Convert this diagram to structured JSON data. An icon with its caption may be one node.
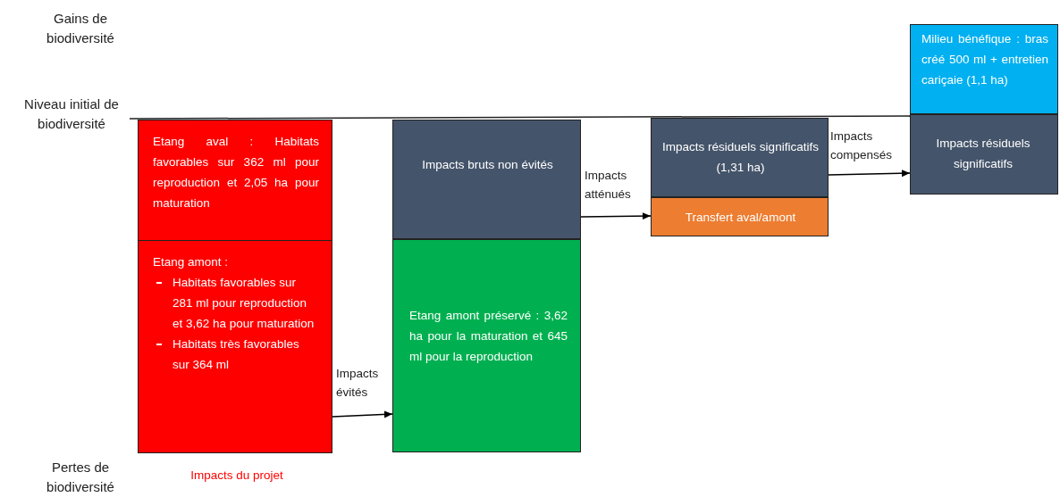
{
  "diagram": {
    "nodes": [
      {
        "text": [
          "Etang aval : Habitats favorables sur 362 ml pour reproduction et 2,05 ha pour maturation"
        ]
      },
      {
        "text": [
          "Etang amont :",
          "Habitats favorables sur 281 ml pour reproduction et 3,62 ha pour maturation",
          "Habitats très favorables sur 364 ml"
        ]
      },
      {
        "text": [
          "Impacts bruts non évités"
        ]
      },
      {
        "text": [
          "Etang amont préservé : 3,62 ha pour la maturation et 645 ml pour la reproduction"
        ]
      },
      {
        "text": [
          "Impacts résiduels significatifs (1,31 ha)"
        ]
      },
      {
        "text": [
          "Transfert aval/amont"
        ]
      },
      {
        "text": [
          "Milieu bénéfique : bras créé 500 ml + entretien cariçaie (1,1 ha)"
        ]
      },
      {
        "text": [
          "Impacts résiduels significatifs"
        ]
      }
    ],
    "edges": [
      {
        "from": 1,
        "to": 3,
        "arrow": "to",
        "label": "Impacts évités"
      },
      {
        "from": 2,
        "to": 5,
        "arrow": "to",
        "label": "Impacts atténués"
      },
      {
        "from": 4,
        "to": 7,
        "arrow": "to",
        "label": "Impacts compensés"
      }
    ],
    "labels": [
      "Gains de biodiversité",
      "Niveau initial de biodiversité",
      "Pertes de biodiversité",
      "Impacts du projet"
    ]
  }
}
